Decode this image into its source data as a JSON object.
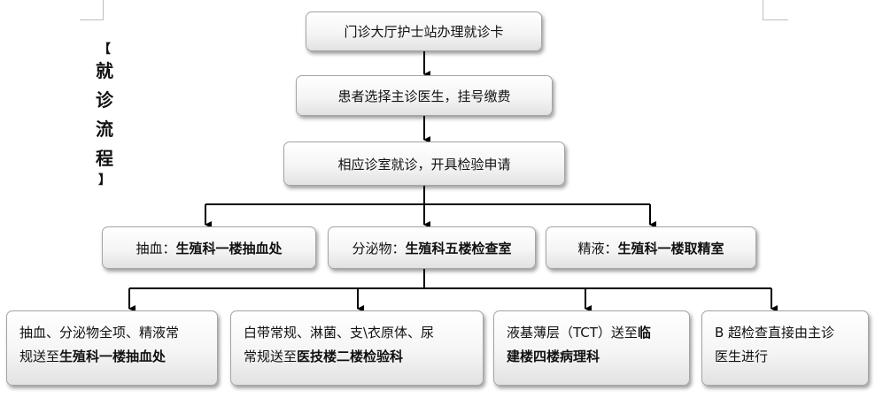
{
  "side_title": {
    "open_bracket": "【",
    "chars": [
      "就",
      "诊",
      "流",
      "程"
    ],
    "close_bracket": "】"
  },
  "steps": [
    "门诊大厅护士站办理就诊卡",
    "患者选择主诊医生，挂号缴费",
    "相应诊室就诊，开具检验申请"
  ],
  "tests": [
    {
      "prefix": "抽血：",
      "location": "生殖科一楼抽血处"
    },
    {
      "prefix": "分泌物：",
      "location": "生殖科五楼检查室"
    },
    {
      "prefix": "精液：",
      "location": "生殖科一楼取精室"
    }
  ],
  "results": [
    {
      "line1": "抽血、分泌物全项、精液常",
      "line2_plain": "规送至",
      "line2_bold": "生殖科一楼抽血处",
      "line1_bold": ""
    },
    {
      "line1": "白带常规、淋菌、支\\衣原体、尿",
      "line2_plain": "常规送至",
      "line2_bold": "医技楼二楼检验科",
      "line1_bold": ""
    },
    {
      "line1": "液基薄层（TCT）送至",
      "line1_bold": "临",
      "line2_plain": "",
      "line2_bold": "建楼四楼病理科"
    },
    {
      "line1": "B 超检查直接由主诊",
      "line1_bold": "",
      "line2_plain": "医生进行",
      "line2_bold": ""
    }
  ]
}
